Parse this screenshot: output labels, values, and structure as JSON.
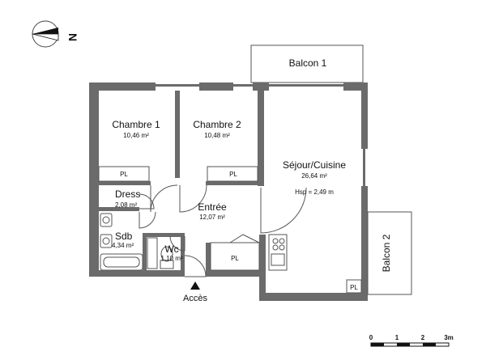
{
  "compass": {
    "label": "N"
  },
  "rooms": {
    "balcon1": {
      "name": "Balcon 1"
    },
    "chambre1": {
      "name": "Chambre 1",
      "area": "10,46 m²"
    },
    "chambre2": {
      "name": "Chambre 2",
      "area": "10,48 m²"
    },
    "sejour": {
      "name": "Séjour/Cuisine",
      "area": "26,64 m²",
      "hsp": "Hsp = 2,49 m"
    },
    "dress": {
      "name": "Dress",
      "area": "2,08 m²"
    },
    "entree": {
      "name": "Entrée",
      "area": "12,07 m²"
    },
    "sdb": {
      "name": "Sdb",
      "area": "4,34 m²"
    },
    "wc": {
      "name": "Wc",
      "area": "1,10 m²"
    },
    "balcon2": {
      "name": "Balcon 2"
    }
  },
  "pl_label": "PL",
  "access": {
    "label": "Accès"
  },
  "scale": {
    "ticks": [
      "0",
      "1",
      "2",
      "3m"
    ]
  }
}
